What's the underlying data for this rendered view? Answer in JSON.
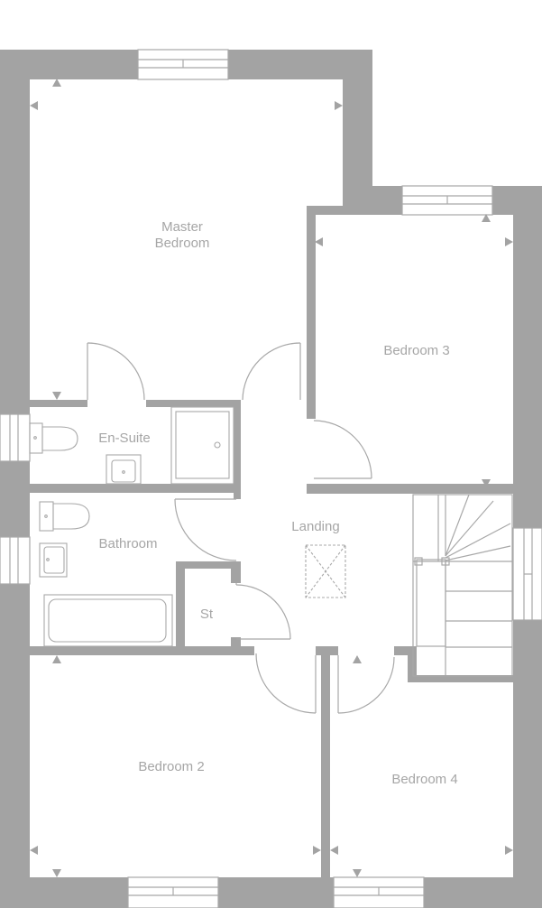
{
  "rooms": {
    "master": {
      "line1": "Master",
      "line2": "Bedroom"
    },
    "bedroom3": "Bedroom 3",
    "ensuite": "En-Suite",
    "bathroom": "Bathroom",
    "landing": "Landing",
    "store": "St",
    "bedroom2": "Bedroom 2",
    "bedroom4": "Bedroom 4"
  },
  "colors": {
    "wall": "#a3a3a3",
    "line": "#a8a8a8",
    "text": "#a6a6a6",
    "background": "#ffffff"
  }
}
